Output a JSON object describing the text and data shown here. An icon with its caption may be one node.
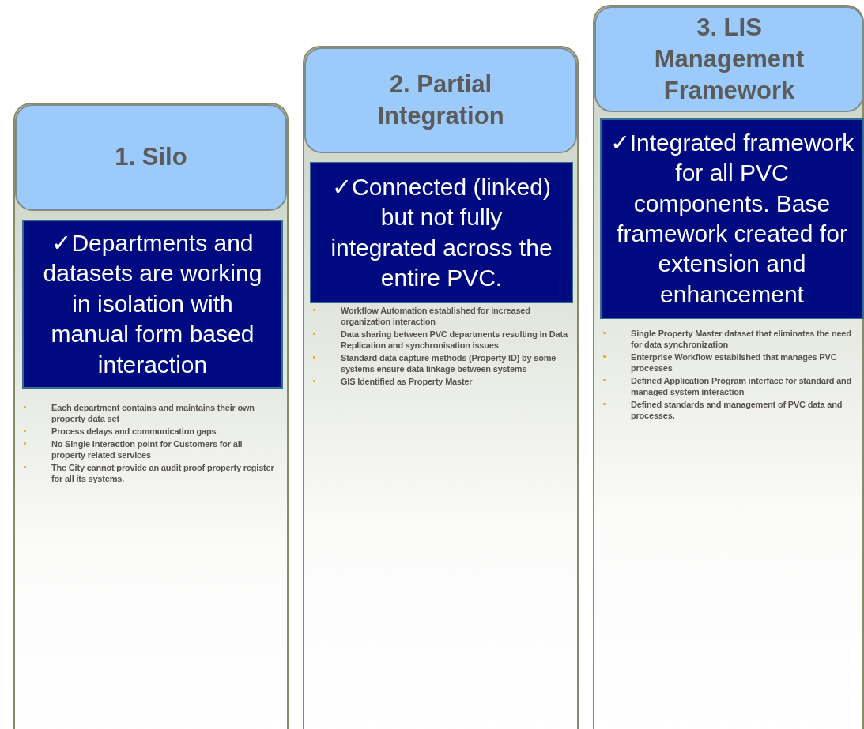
{
  "diagram": {
    "nodes": [
      {
        "text": [
          "Each department contains and maintains their own property data set",
          "Process delays and communication gaps",
          "No Single Interaction point for Customers for all property related services",
          "The City cannot provide an audit proof property register for all its systems."
        ]
      },
      {
        "text": [
          "1. Silo"
        ],
        "in": 0
      },
      {
        "text": [
          "✓Departments and datasets are working in isolation with manual form based interaction"
        ],
        "in": 0
      },
      {
        "text": [
          "Workflow Automation established for increased organization interaction",
          "Data sharing between PVC departments  resulting in Data Replication and synchronisation issues",
          "Standard data capture methods (Property ID) by some systems ensure data linkage between systems",
          "GIS Identified as Property Master"
        ]
      },
      {
        "text": [
          "2. Partial Integration"
        ],
        "in": 3
      },
      {
        "text": [
          "✓Connected (linked) but not fully integrated across the entire PVC."
        ],
        "in": 3
      },
      {
        "text": [
          "Single Property Master dataset that eliminates the need for data synchronization",
          "Enterprise Workflow established that manages PVC processes",
          "Defined Application Program interface for standard and managed system interaction",
          "Defined standards and management of PVC data and processes."
        ]
      },
      {
        "text": [
          "3. LIS Management Framework"
        ],
        "in": 6
      },
      {
        "text": [
          "✓Integrated framework for all PVC components.  Base framework created for extension and enhancement"
        ],
        "in": 6
      }
    ]
  }
}
